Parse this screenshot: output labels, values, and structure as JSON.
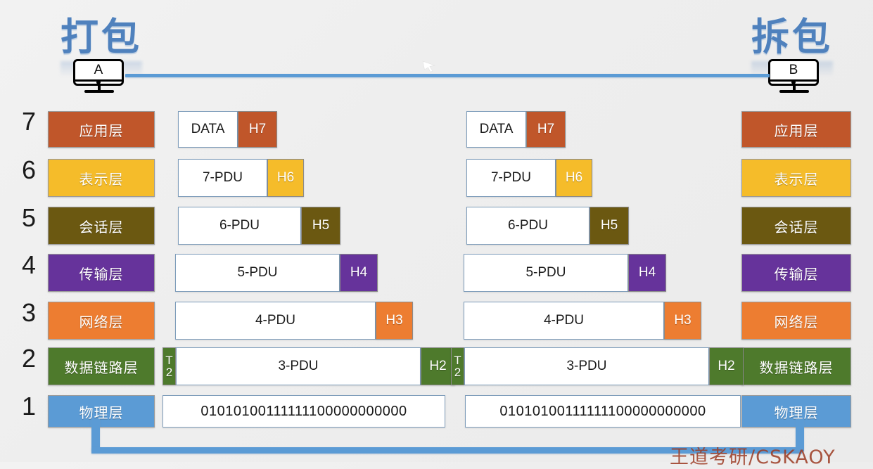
{
  "titles": {
    "left": "打包",
    "right": "拆包",
    "title_color": "#4f81bd"
  },
  "hosts": {
    "left": {
      "label": "A",
      "icon": "computer-monitor-icon"
    },
    "right": {
      "label": "B",
      "icon": "computer-monitor-icon"
    }
  },
  "link": {
    "color": "#5b9bd5"
  },
  "cursor": {
    "icon": "mouse-pointer-icon"
  },
  "watermark": {
    "text": "王道考研/CSKAOY",
    "color": "#9c3a22"
  },
  "layers": [
    {
      "num": "7",
      "name": "应用层",
      "color": "#c0562a",
      "packet": {
        "body": "DATA",
        "head": "H7",
        "head_color": "#c0562a",
        "trailer": null
      }
    },
    {
      "num": "6",
      "name": "表示层",
      "color": "#f5bc2a",
      "packet": {
        "body": "7-PDU",
        "head": "H6",
        "head_color": "#f5bc2a",
        "trailer": null
      }
    },
    {
      "num": "5",
      "name": "会话层",
      "color": "#6b5811",
      "packet": {
        "body": "6-PDU",
        "head": "H5",
        "head_color": "#6b5811",
        "trailer": null
      }
    },
    {
      "num": "4",
      "name": "传输层",
      "color": "#66339b",
      "packet": {
        "body": "5-PDU",
        "head": "H4",
        "head_color": "#66339b",
        "trailer": null
      }
    },
    {
      "num": "3",
      "name": "网络层",
      "color": "#ed7d31",
      "packet": {
        "body": "4-PDU",
        "head": "H3",
        "head_color": "#ed7d31",
        "trailer": null
      }
    },
    {
      "num": "2",
      "name": "数据链路层",
      "color": "#4e7a2c",
      "packet": {
        "body": "3-PDU",
        "head": "H2",
        "head_color": "#4e7a2c",
        "trailer": {
          "line1": "T",
          "line2": "2",
          "color": "#4e7a2c"
        }
      }
    },
    {
      "num": "1",
      "name": "物理层",
      "color": "#5b9bd5",
      "packet": {
        "body": "01010100111111100000000000",
        "head": null,
        "head_color": null,
        "trailer": null
      }
    }
  ]
}
